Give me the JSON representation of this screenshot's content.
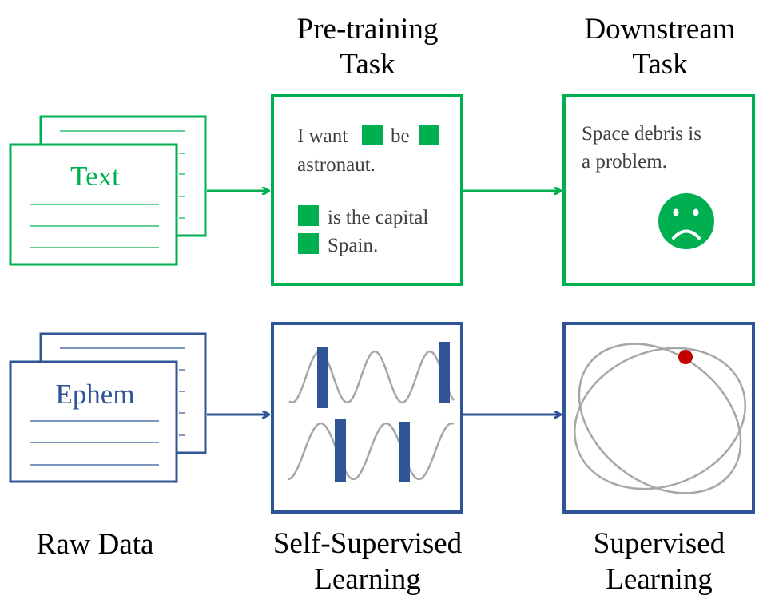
{
  "colors": {
    "green": "#00b050",
    "blue": "#2f5597",
    "text_gray": "#404040",
    "wave_gray": "#a6a6a6",
    "orbit_gray": "#a6a6a6",
    "red_dot": "#c00000"
  },
  "headers": {
    "pretraining": [
      "Pre-training",
      "Task"
    ],
    "downstream": [
      "Downstream",
      "Task"
    ]
  },
  "footers": {
    "raw": [
      "Raw Data"
    ],
    "ssl": [
      "Self-Supervised",
      "Learning"
    ],
    "sl": [
      "Supervised",
      "Learning"
    ]
  },
  "rows": {
    "text": {
      "doc_title": "Text",
      "pretrain": {
        "line1": [
          "I want",
          "be"
        ],
        "line2": "astronaut.",
        "line3": "is the capital",
        "line4": "Spain."
      },
      "downstream": {
        "line1": "Space debris is",
        "line2": "a problem.",
        "icon": "sad-face-icon"
      }
    },
    "ephem": {
      "doc_title": "Ephem",
      "pretrain_icon": "masked-sine-waves",
      "downstream_icon": "orbits-with-object"
    }
  }
}
